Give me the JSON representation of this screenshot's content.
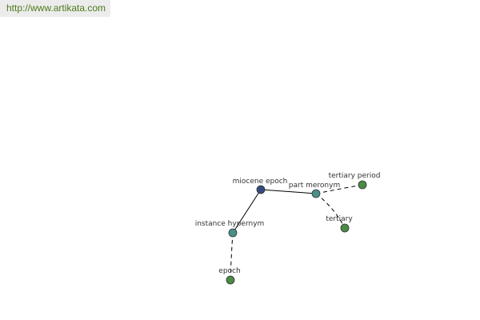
{
  "source": {
    "url_text": "http://www.artikata.com"
  },
  "graph": {
    "nodes": {
      "miocene_epoch": {
        "label": "miocene epoch",
        "color": "#334a7d"
      },
      "part_meronym": {
        "label": "part meronym",
        "color": "#4a8f88"
      },
      "tertiary_period": {
        "label": "tertiary period",
        "color": "#4a8a45"
      },
      "tertiary": {
        "label": "tertiary",
        "color": "#4a8a45"
      },
      "instance_hypernym": {
        "label": "instance hypernym",
        "color": "#4a8f88"
      },
      "epoch": {
        "label": "epoch",
        "color": "#4a8a45"
      }
    }
  }
}
